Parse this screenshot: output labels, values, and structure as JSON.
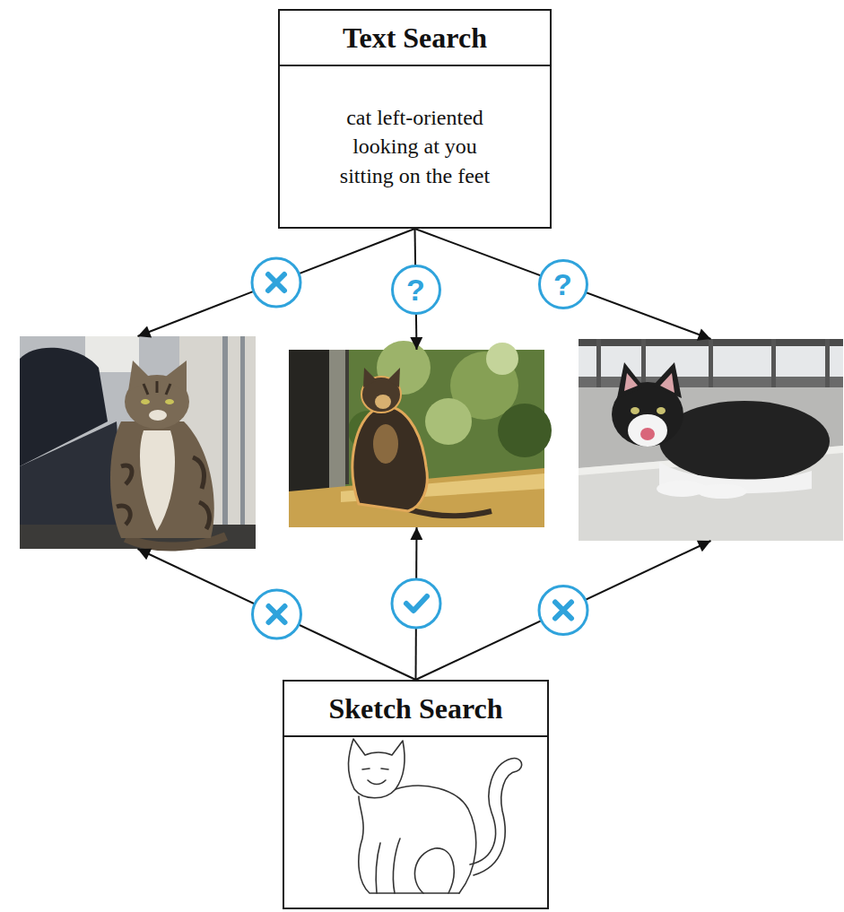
{
  "diagram": {
    "nodes": [
      {
        "text": [
          "Text Search",
          "cat left-oriented looking at you sitting on the feet"
        ]
      },
      {
        "text": []
      },
      {
        "text": []
      },
      {
        "text": []
      },
      {
        "text": [
          "Sketch Search"
        ]
      }
    ],
    "edges": [
      {
        "from": 0,
        "to": 1,
        "arrow": "to"
      },
      {
        "from": 0,
        "to": 2,
        "arrow": "to",
        "label": "?"
      },
      {
        "from": 0,
        "to": 3,
        "arrow": "to",
        "label": "?"
      },
      {
        "from": 4,
        "to": 1,
        "arrow": "to"
      },
      {
        "from": 4,
        "to": 2,
        "arrow": "to"
      },
      {
        "from": 4,
        "to": 3,
        "arrow": "to"
      }
    ]
  }
}
